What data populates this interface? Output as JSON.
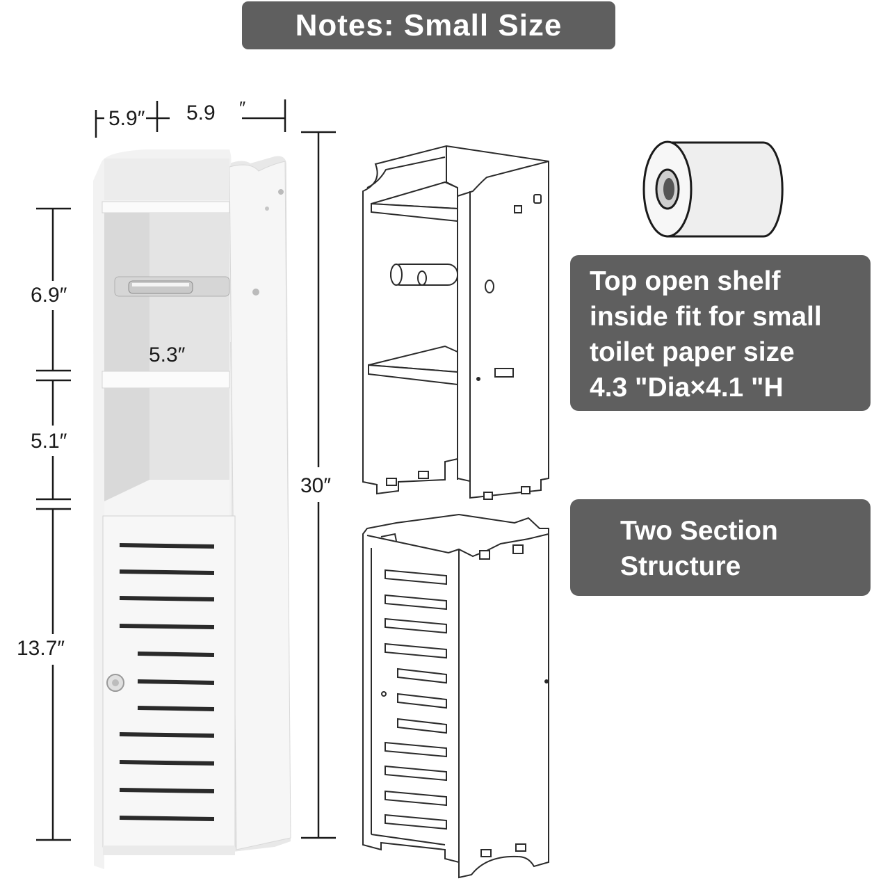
{
  "banner": {
    "title": "Notes: Small Size"
  },
  "dimensions": {
    "depth": "5.9″",
    "width": "5.9",
    "width_unit": "″",
    "top_section": "6.9″",
    "inner_width": "5.3″",
    "middle_section": "5.1″",
    "cabinet_section": "13.7″",
    "total_height": "30″"
  },
  "notes": {
    "shelf_lines": [
      "Top open shelf",
      "inside fit for small",
      "toilet paper size",
      "4.3 \"Dia×4.1 \"H"
    ],
    "structure_lines": [
      "Two Section",
      "Structure"
    ]
  },
  "colors": {
    "note_background": "#5f5f5f",
    "cabinet_white": "#f4f4f4",
    "line_dark": "#1a1a1a"
  }
}
